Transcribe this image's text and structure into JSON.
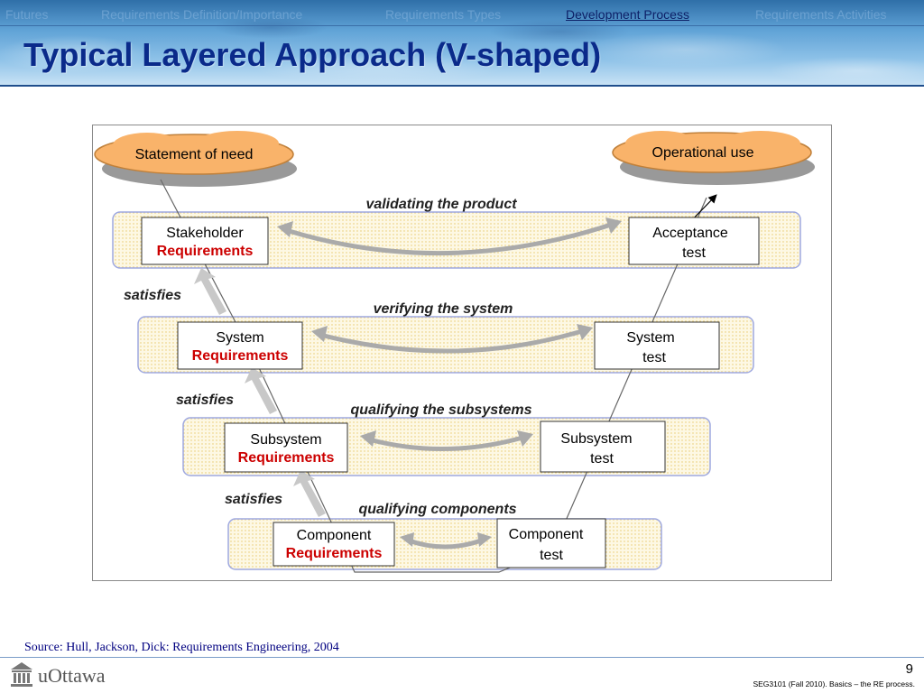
{
  "nav": {
    "items": [
      "Futures",
      "Requirements Definition/Importance",
      "Requirements Types",
      "Development Process",
      "Requirements Activities"
    ],
    "active_index": 3
  },
  "title": "Typical Layered Approach (V-shaped)",
  "diagram": {
    "left_cloud": "Statement of need",
    "right_cloud": "Operational use",
    "layers": [
      {
        "caption": "validating the product",
        "left_line1": "Stakeholder",
        "left_line2": "Requirements",
        "right_line1": "Acceptance",
        "right_line2": "test"
      },
      {
        "caption": "verifying the system",
        "left_line1": "System",
        "left_line2": "Requirements",
        "right_line1": "System",
        "right_line2": "test"
      },
      {
        "caption": "qualifying the subsystems",
        "left_line1": "Subsystem",
        "left_line2": "Requirements",
        "right_line1": "Subsystem",
        "right_line2": "test"
      },
      {
        "caption": "qualifying components",
        "left_line1": "Component",
        "left_line2": "Requirements",
        "right_line1": "Component",
        "right_line2": "test"
      }
    ],
    "satisfies": [
      "satisfies",
      "satisfies",
      "satisfies"
    ],
    "colors": {
      "requirements_text": "#cc0000",
      "cloud_fill": "#f9b36a",
      "band_fill": "#fbf3d0",
      "band_border": "#9ea8e0"
    }
  },
  "source": "Source: Hull, Jackson, Dick: Requirements Engineering, 2004",
  "footer": {
    "logo_text": "uOttawa",
    "logo_icon": "uottawa-building-icon",
    "page_number": "9",
    "course": "SEG3101 (Fall 2010).   Basics – the RE process."
  }
}
